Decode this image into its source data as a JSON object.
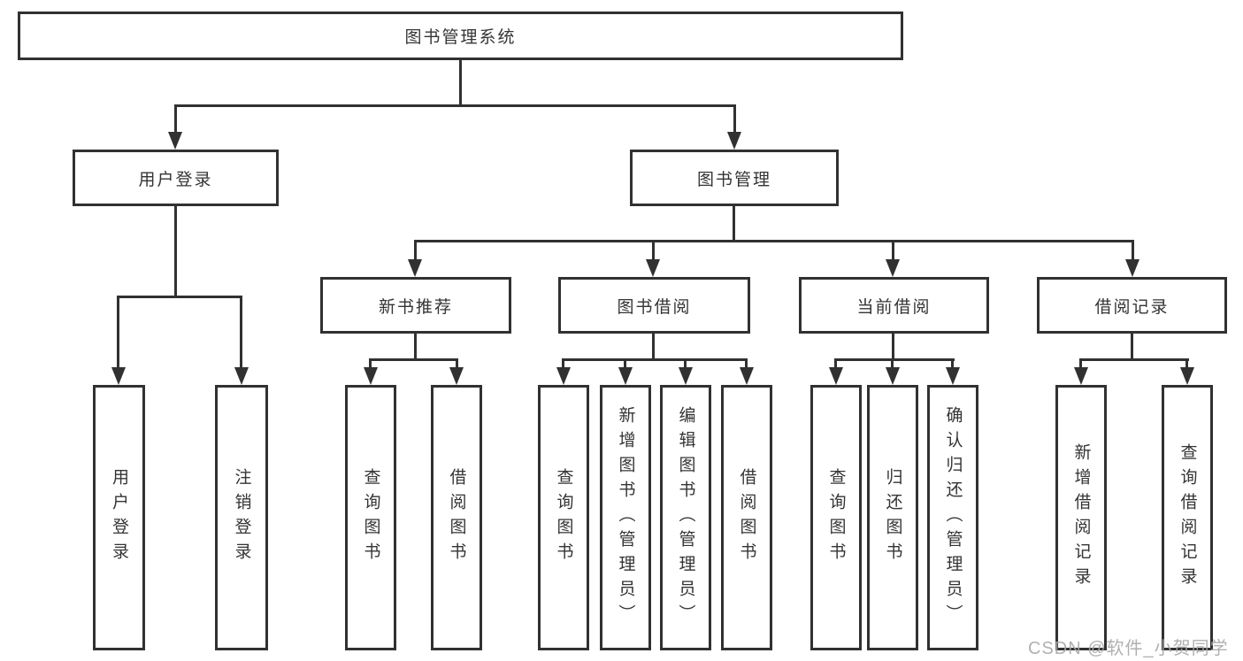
{
  "colors": {
    "line": "#313131",
    "box_border": "#313131",
    "box_background": "#ffffff",
    "text": "#343434",
    "watermark_text": "#a8a8a8",
    "page_background": "#ffffff"
  },
  "watermark": "CSDN @软件_小贺同学",
  "tree": {
    "root": {
      "label": "图书管理系统"
    },
    "user_login": {
      "label": "用户登录",
      "children": [
        {
          "label": "用户登录"
        },
        {
          "label": "注销登录"
        }
      ]
    },
    "book_mgmt": {
      "label": "图书管理"
    },
    "new_book_rec": {
      "label": "新书推荐",
      "children": [
        {
          "label": "查询图书"
        },
        {
          "label": "借阅图书"
        }
      ]
    },
    "book_borrow": {
      "label": "图书借阅",
      "children": [
        {
          "label": "查询图书"
        },
        {
          "label": "新增图书（管理员）"
        },
        {
          "label": "编辑图书（管理员）"
        },
        {
          "label": "借阅图书"
        }
      ]
    },
    "current_borrow": {
      "label": "当前借阅",
      "children": [
        {
          "label": "查询图书"
        },
        {
          "label": "归还图书"
        },
        {
          "label": "确认归还（管理员）"
        }
      ]
    },
    "borrow_records": {
      "label": "借阅记录",
      "children": [
        {
          "label": "新增借阅记录"
        },
        {
          "label": "查询借阅记录"
        }
      ]
    }
  }
}
